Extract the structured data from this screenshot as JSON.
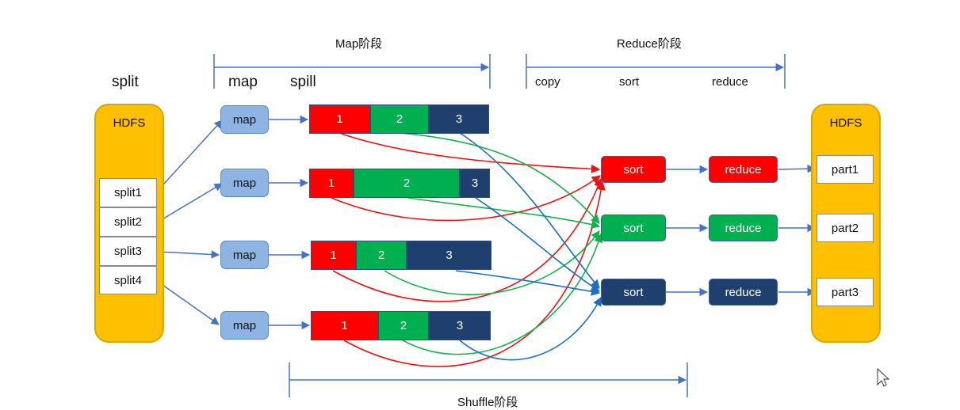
{
  "headers": {
    "map_stage": "Map阶段",
    "reduce_stage": "Reduce阶段",
    "shuffle_stage": "Shuffle阶段",
    "split": "split",
    "map": "map",
    "spill": "spill",
    "copy": "copy",
    "sort": "sort",
    "reduce": "reduce"
  },
  "hdfs_left": {
    "title": "HDFS",
    "splits": [
      "split1",
      "split2",
      "split3",
      "split4"
    ]
  },
  "map_boxes": [
    "map",
    "map",
    "map",
    "map"
  ],
  "spills": [
    [
      "1",
      "2",
      "3"
    ],
    [
      "1",
      "2",
      "3"
    ],
    [
      "1",
      "2",
      "3"
    ],
    [
      "1",
      "2",
      "3"
    ]
  ],
  "sort_nodes": [
    "sort",
    "sort",
    "sort"
  ],
  "reduce_nodes": [
    "reduce",
    "reduce",
    "reduce"
  ],
  "hdfs_right": {
    "title": "HDFS",
    "parts": [
      "part1",
      "part2",
      "part3"
    ]
  },
  "colors": {
    "hdfs": "#fec000",
    "map_box": "#8eb4e3",
    "partition_1": "#ff0000",
    "partition_2": "#00b050",
    "partition_3": "#1f3f6f",
    "arrow": "#4472c4",
    "shuffle_red": "#ee1111",
    "shuffle_green": "#11b24a",
    "shuffle_blue": "#1a6fc0"
  }
}
